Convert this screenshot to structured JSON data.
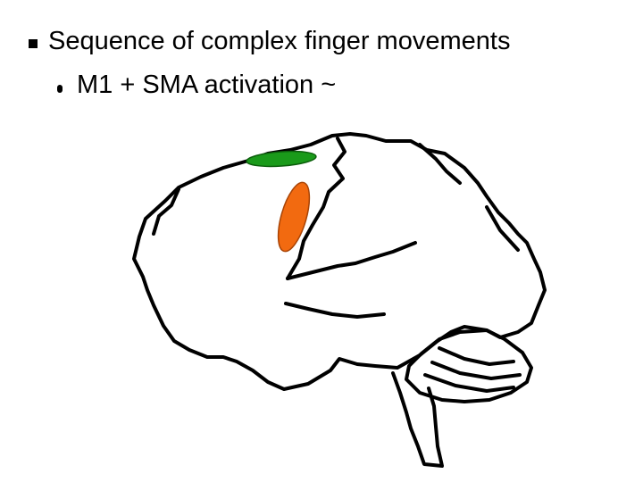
{
  "slide": {
    "bullet_main": "Sequence of complex finger movements",
    "bullet_sub": "M1 + SMA activation ~"
  },
  "diagram": {
    "regions": [
      {
        "name": "SMA",
        "color": "#1a9a1a"
      },
      {
        "name": "M1",
        "color": "#f26a10"
      }
    ],
    "outline_color": "#000000"
  }
}
